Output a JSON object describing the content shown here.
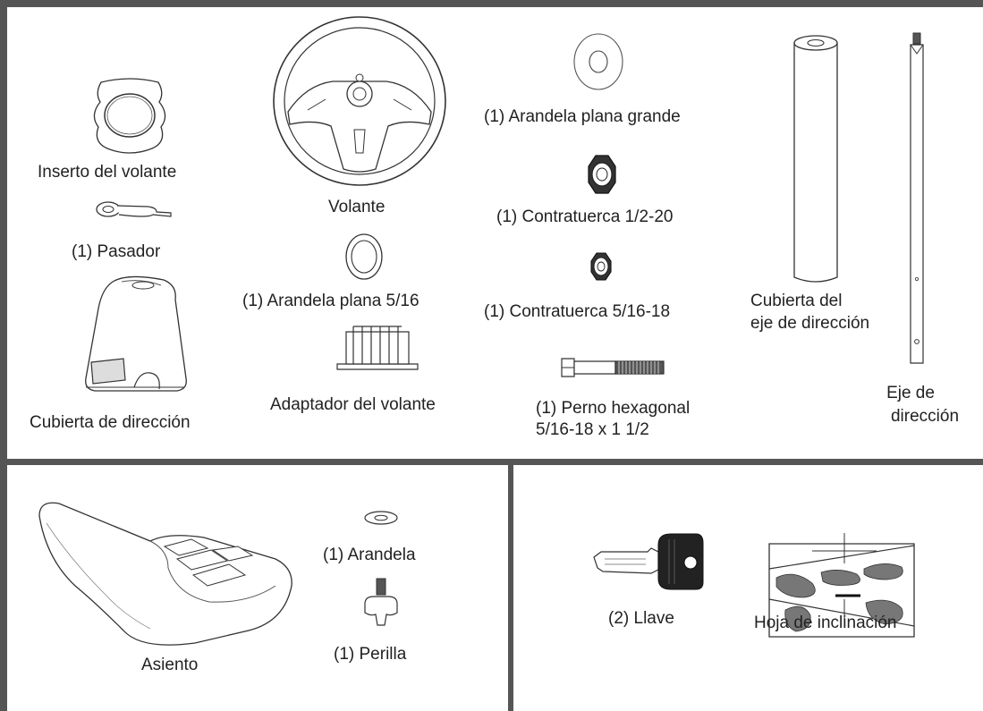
{
  "steering_section": {
    "parts": {
      "wheel_insert": "Inserto del volante",
      "wheel": "Volante",
      "large_flat_washer": "(1) Arandela plana grande",
      "pin": "(1) Pasador",
      "locknut_half": "(1) Contratuerca 1/2-20",
      "flat_washer_516": "(1) Arandela plana 5/16",
      "locknut_516": "(1) Contratuerca 5/16-18",
      "shaft_cover": [
        "Cubierta del",
        "eje de dirección"
      ],
      "steering_shaft": [
        "Eje de",
        "dirección"
      ],
      "wheel_adapter": "Adaptador del volante",
      "steering_cover": "Cubierta de dirección",
      "hex_bolt": [
        "(1) Perno hexagonal",
        "5/16-18 x 1 1/2"
      ]
    }
  },
  "seat_section": {
    "parts": {
      "washer": "(1) Arandela",
      "seat": "Asiento",
      "knob": "(1) Perilla"
    }
  },
  "misc_section": {
    "parts": {
      "key": "(2) Llave",
      "slope_sheet": "Hoja de inclinación"
    }
  },
  "icons": [
    "wheel-insert-icon",
    "steering-wheel-icon",
    "large-washer-icon",
    "pin-icon",
    "locknut-icon",
    "small-washer-icon",
    "small-locknut-icon",
    "shaft-cover-icon",
    "steering-shaft-icon",
    "wheel-adapter-icon",
    "steering-cover-icon",
    "hex-bolt-icon",
    "seat-icon",
    "washer-icon",
    "knob-icon",
    "key-icon",
    "slope-sheet-icon"
  ]
}
